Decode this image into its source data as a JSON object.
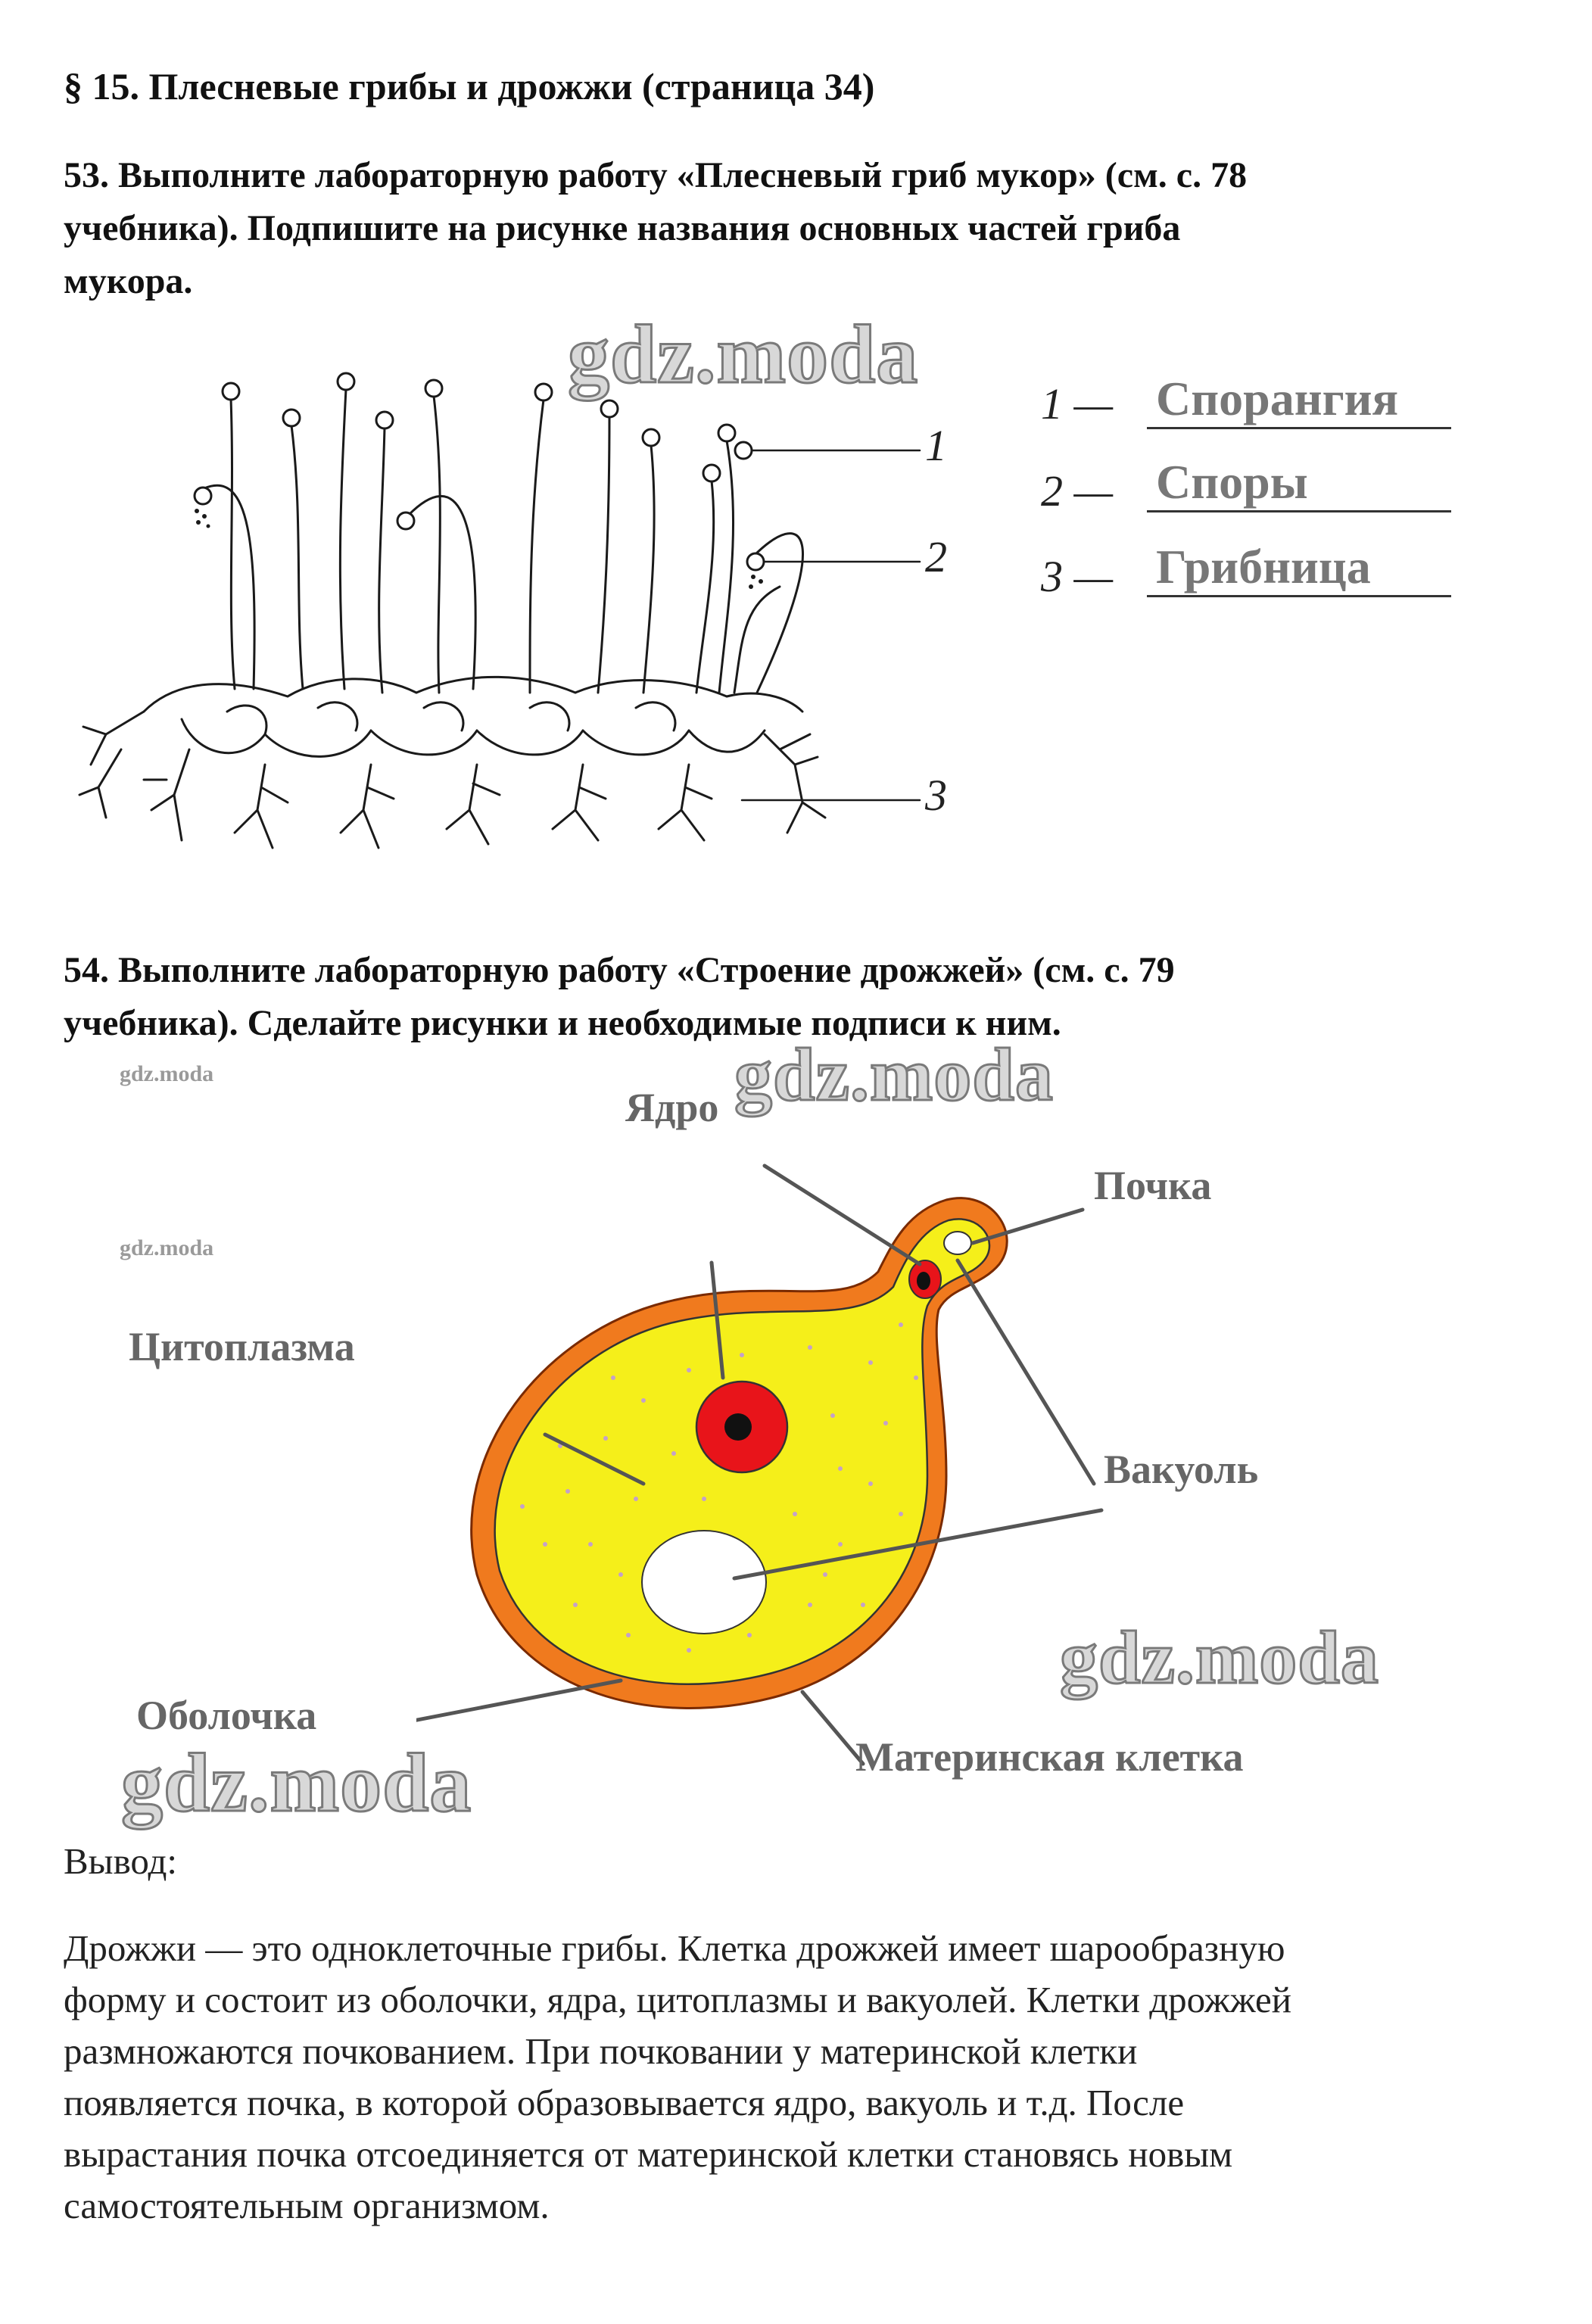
{
  "heading": "§ 15. Плесневые грибы и дрожжи (страница 34)",
  "task53": {
    "line1": "53. Выполните лабораторную работу «Плесневый гриб мукор» (см. с. 78",
    "line2": "учебника). Подпишите на рисунке названия основных частей гриба",
    "line3": "мукора."
  },
  "mucor": {
    "pointer_labels": [
      "1",
      "2",
      "3"
    ],
    "answers": [
      {
        "num": "1 —",
        "text": "Спорангия"
      },
      {
        "num": "2 —",
        "text": "Споры"
      },
      {
        "num": "3 —",
        "text": "Грибница"
      }
    ]
  },
  "task54": {
    "line1": "54. Выполните лабораторную работу «Строение дрожжей» (см. с. 79",
    "line2": "учебника). Сделайте рисунки и необходимые подписи к ним."
  },
  "yeast": {
    "labels": {
      "nucleus": "Ядро",
      "bud": "Почка",
      "cytoplasm": "Цитоплазма",
      "vacuole": "Вакуоль",
      "membrane": "Оболочка",
      "mother_cell": "Материнская клетка"
    },
    "colors": {
      "cytoplasm": "#f5ef1a",
      "membrane": "#f07a1e",
      "nucleus": "#e8141a",
      "vacuole": "#ffffff"
    }
  },
  "watermark": "gdz.moda",
  "conclusion": {
    "title": "Вывод:",
    "lines": [
      "Дрожжи — это одноклеточные грибы. Клетка дрожжей имеет шарообразную",
      "форму и состоит из оболочки, ядра, цитоплазмы и вакуолей. Клетки дрожжей",
      "размножаются почкованием. При почковании у материнской клетки",
      "появляется почка, в которой образовывается ядро, вакуоль и т.д. После",
      "вырастания почка отсоединяется от материнской клетки становясь новым",
      "самостоятельным организмом."
    ]
  }
}
